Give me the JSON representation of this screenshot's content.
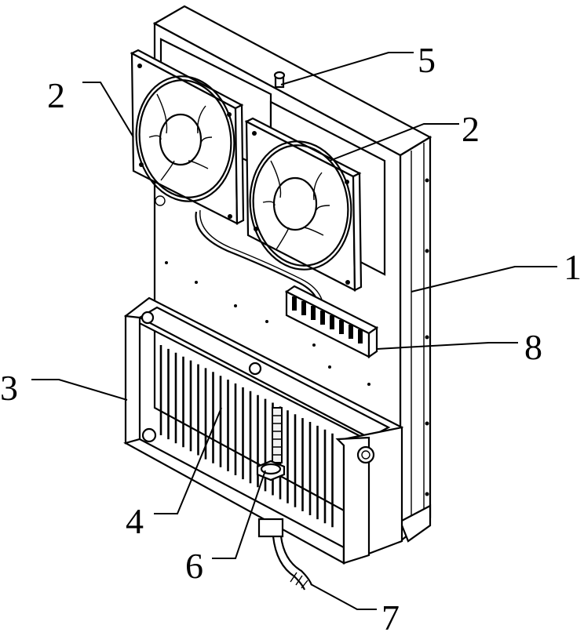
{
  "callouts": [
    {
      "id": "label-1",
      "text": "1"
    },
    {
      "id": "label-2a",
      "text": "2"
    },
    {
      "id": "label-2b",
      "text": "2"
    },
    {
      "id": "label-3",
      "text": "3"
    },
    {
      "id": "label-4",
      "text": "4"
    },
    {
      "id": "label-5",
      "text": "5"
    },
    {
      "id": "label-6",
      "text": "6"
    },
    {
      "id": "label-7",
      "text": "7"
    },
    {
      "id": "label-8",
      "text": "8"
    }
  ]
}
